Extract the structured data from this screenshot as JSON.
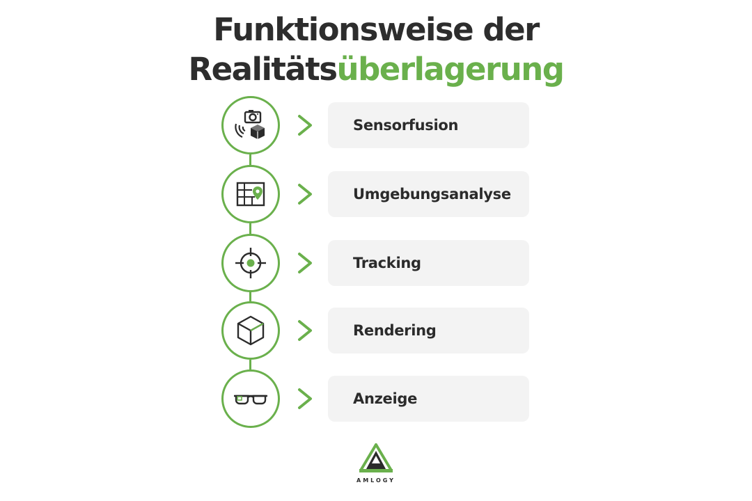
{
  "title": {
    "line1": "Funktionsweise der",
    "line2_plain": "Realitäts",
    "line2_accent": "überlagerung"
  },
  "colors": {
    "accent": "#6ab04c",
    "text": "#2b2b2b",
    "card": "#f3f3f3"
  },
  "steps": [
    {
      "label": "Sensorfusion",
      "icon": "camera-sensor-cube-icon"
    },
    {
      "label": "Umgebungsanalyse",
      "icon": "map-pin-icon"
    },
    {
      "label": "Tracking",
      "icon": "crosshair-icon"
    },
    {
      "label": "Rendering",
      "icon": "cube-icon"
    },
    {
      "label": "Anzeige",
      "icon": "smart-glasses-icon"
    }
  ],
  "logo": {
    "brand": "AMLOGY"
  }
}
